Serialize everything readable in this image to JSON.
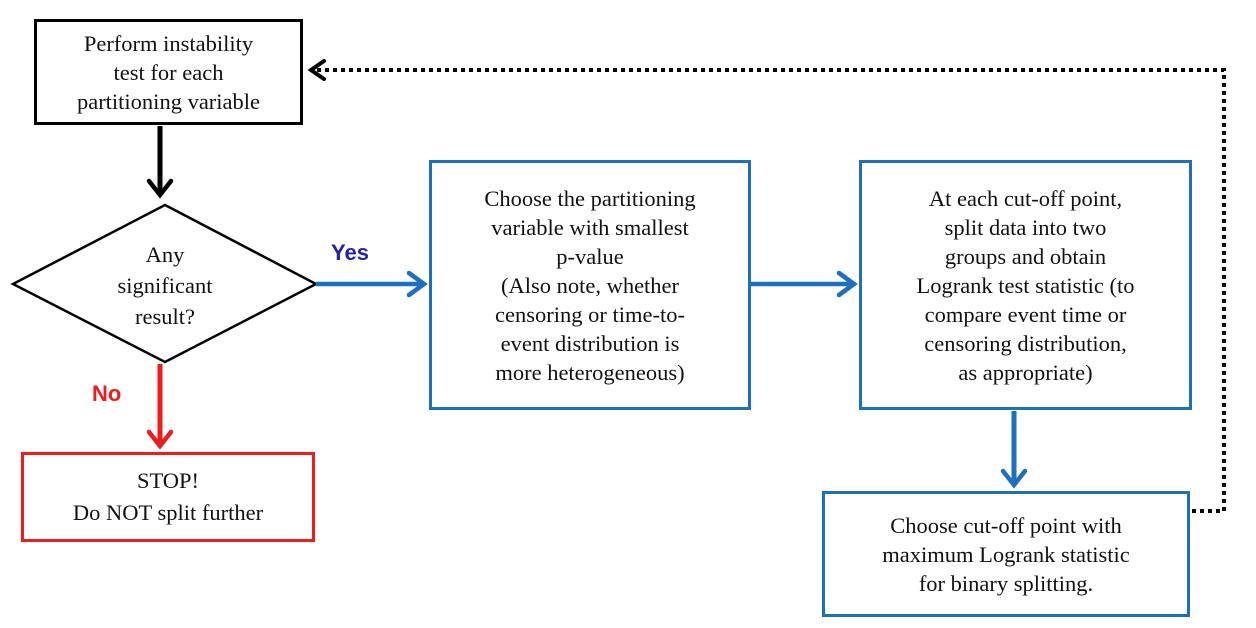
{
  "nodes": {
    "instability_test": "Perform instability\ntest for each\npartitioning variable",
    "decision": "Any\nsignificant\nresult?",
    "choose_variable": "Choose the partitioning\nvariable  with smallest\np-value\n(Also note, whether\ncensoring or time-to-\nevent distribution is\nmore heterogeneous)",
    "cutoff_split": "At each cut-off point,\nsplit data into two\ngroups and obtain\nLogrank test statistic (to\ncompare event time or\ncensoring distribution,\nas appropriate)",
    "stop": "STOP!\nDo NOT  split further",
    "max_logrank": "Choose cut-off point with\nmaximum  Logrank statistic\nfor binary splitting."
  },
  "edges": {
    "yes_label": "Yes",
    "no_label": "No"
  },
  "colors": {
    "black": "#000000",
    "blue": "#1f6fc0",
    "red": "#ee1c1c",
    "yes_text": "#2222aa",
    "no_text": "#ee1c1c"
  }
}
